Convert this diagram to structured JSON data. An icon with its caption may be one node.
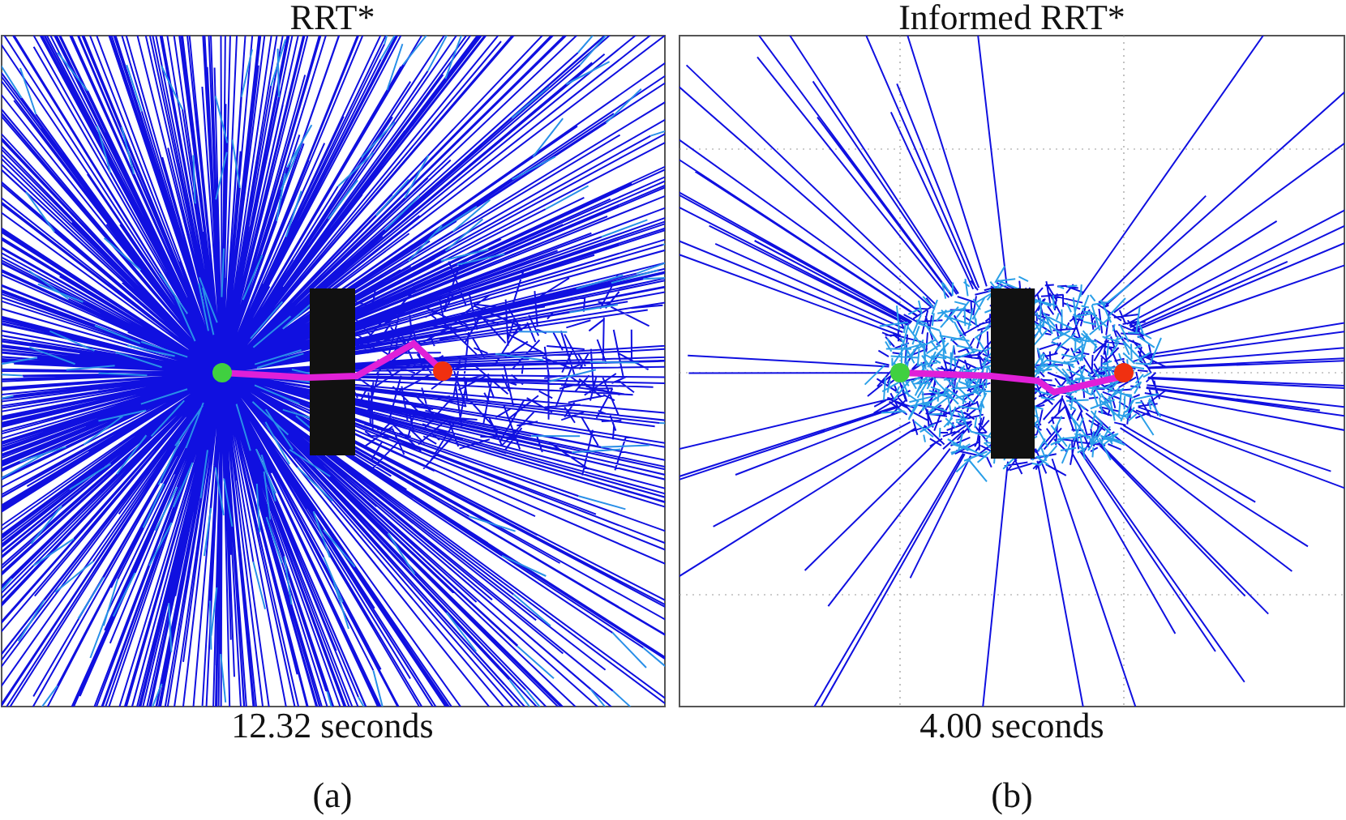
{
  "diagram": {
    "labels": [
      "RRT*",
      "Informed RRT*",
      "12.32 seconds",
      "4.00 seconds",
      "(a)",
      "(b)"
    ]
  }
}
